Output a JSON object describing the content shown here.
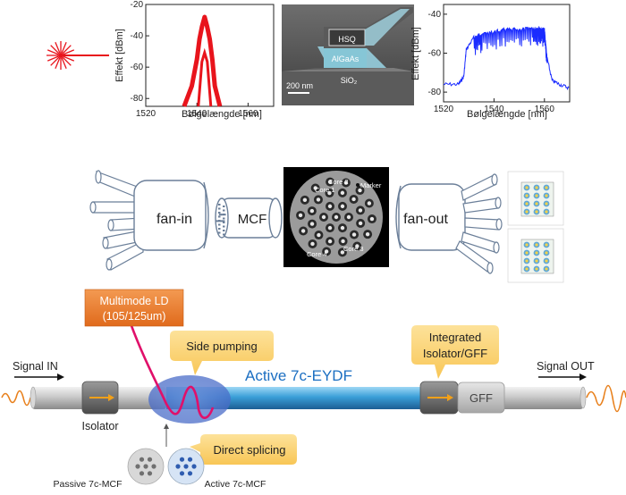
{
  "colors": {
    "laser_red": "#e8141c",
    "spectrum_blue": "#1a2bff",
    "fiber_blue": "#3a9fd8",
    "callout_orange": "#e8762c",
    "callout_yellow": "#fbd77a",
    "pump_pink": "#e0106a",
    "signal_orange": "#e8801c"
  },
  "chart_data": [
    {
      "type": "line",
      "title": "",
      "xlabel": "Bølgelængde [nm]",
      "ylabel": "Effekt [dBm]",
      "xlim": [
        1520,
        1570
      ],
      "ylim": [
        -85,
        -20
      ],
      "xticks": [
        1520,
        1540,
        1560
      ],
      "yticks": [
        -20,
        -40,
        -60,
        -80
      ],
      "series": [
        {
          "x": [
            1535,
            1538,
            1540,
            1541,
            1542,
            1543,
            1544,
            1545,
            1546,
            1547,
            1549
          ],
          "y": [
            -85,
            -72,
            -55,
            -42,
            -34,
            -28,
            -34,
            -42,
            -55,
            -72,
            -85
          ]
        }
      ]
    },
    {
      "type": "line",
      "title": "",
      "xlabel": "Bølgelængde [nm]",
      "ylabel": "Effekt [dBm]",
      "xlim": [
        1520,
        1570
      ],
      "ylim": [
        -85,
        -35
      ],
      "xticks": [
        1520,
        1540,
        1560
      ],
      "yticks": [
        -40,
        -60,
        -80
      ],
      "series": [
        {
          "x": [
            1520,
            1526,
            1528,
            1529,
            1532,
            1535,
            1540,
            1545,
            1550,
            1555,
            1558,
            1560,
            1561,
            1563,
            1566,
            1570
          ],
          "y": [
            -76,
            -76,
            -72,
            -58,
            -52,
            -50,
            -49,
            -48,
            -48,
            -47,
            -47,
            -48,
            -62,
            -74,
            -76,
            -78
          ]
        }
      ]
    }
  ],
  "top": {
    "sem_labels": {
      "hsq": "HSQ",
      "algaas": "AlGaAs",
      "sio2": "SiO₂",
      "scale": "200 nm"
    }
  },
  "middle": {
    "fan_in": "fan-in",
    "mcf": "MCF",
    "fan_out": "fan-out",
    "cross_section_labels": {
      "core1": "Core 1",
      "core2": "Core 2",
      "core3": "Core 3",
      "core4": "Core 4",
      "marker": "Marker"
    }
  },
  "bottom": {
    "multimode_ld": [
      "Multimode LD",
      "(105/125um)"
    ],
    "side_pumping": "Side pumping",
    "integrated": [
      "Integrated",
      "Isolator/GFF"
    ],
    "active_fiber": "Active 7c-EYDF",
    "signal_in": "Signal IN",
    "signal_out": "Signal OUT",
    "isolator": "Isolator",
    "gff": "GFF",
    "direct_splicing": "Direct splicing",
    "passive_mcf": "Passive 7c-MCF",
    "active_mcf": "Active 7c-MCF"
  }
}
